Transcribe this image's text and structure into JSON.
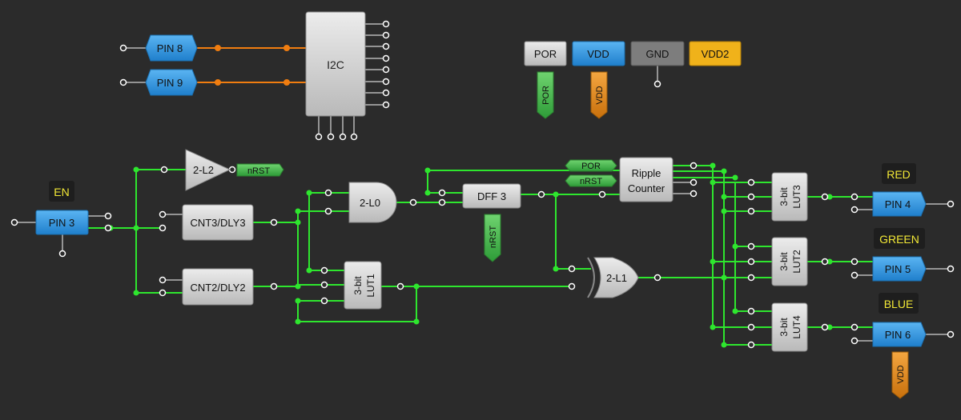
{
  "colors": {
    "background": "#2b2b2b",
    "wire_active": "#2ee62e",
    "wire_orange": "#f07d10",
    "wire_idle": "#b8b8b8",
    "pin_blue": "#2f95e0",
    "block_grey": "#d4d4d4",
    "tag_green": "#3fb84a",
    "tag_orange": "#e08a12",
    "vdd2_yellow": "#f0b21a",
    "label_yellow": "#f2e836"
  },
  "pins": {
    "pin8": "PIN 8",
    "pin9": "PIN 9",
    "pin3": "PIN 3",
    "pin4": "PIN 4",
    "pin5": "PIN 5",
    "pin6": "PIN 6"
  },
  "labels": {
    "en": "EN",
    "red": "RED",
    "green": "GREEN",
    "blue": "BLUE"
  },
  "blocks": {
    "i2c": "I2C",
    "l2": "2-L2",
    "l0": "2-L0",
    "l1": "2-L1",
    "cnt3": "CNT3/DLY3",
    "cnt2": "CNT2/DLY2",
    "dff3": "DFF 3",
    "lut1_line1": "3-bit",
    "lut1_line2": "LUT1",
    "lut3_line1": "3-bit",
    "lut3_line2": "LUT3",
    "lut2_line1": "3-bit",
    "lut2_line2": "LUT2",
    "lut4_line1": "3-bit",
    "lut4_line2": "LUT4",
    "ripple_line1": "Ripple",
    "ripple_line2": "Counter"
  },
  "power": {
    "por": "POR",
    "vdd": "VDD",
    "gnd": "GND",
    "vdd2": "VDD2"
  },
  "tags": {
    "nrst_l2": "nRST",
    "por_tag": "POR",
    "vdd_tag": "VDD",
    "nrst_dff": "nRST",
    "por_ripple": "POR",
    "nrst_ripple": "nRST",
    "vdd_pin6": "VDD"
  }
}
